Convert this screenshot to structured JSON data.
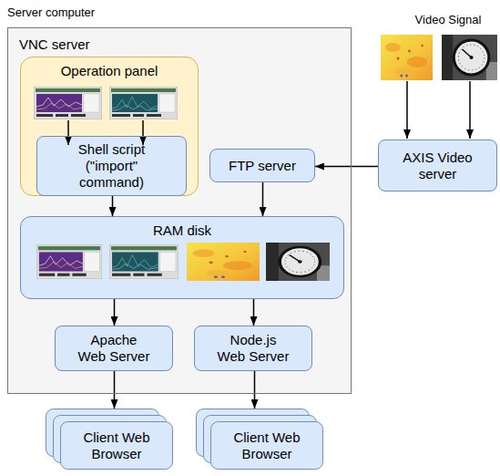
{
  "diagram": {
    "nodes": [
      {
        "text": [
          "VNC server"
        ]
      },
      {
        "text": [
          "Operation panel"
        ],
        "in": 0
      },
      {
        "text": [
          "Shell script (\"import\" command)"
        ],
        "in": 1
      },
      {
        "text": [
          "FTP server"
        ],
        "in": 0
      },
      {
        "text": [
          "RAM disk"
        ],
        "in": 0
      },
      {
        "text": [
          "Apache Web Server"
        ],
        "in": 0
      },
      {
        "text": [
          "Node.js Web Server"
        ],
        "in": 0
      },
      {
        "text": [
          "AXIS Video server"
        ]
      },
      {
        "text": [
          "Client Web Browser"
        ]
      },
      {
        "text": [
          "Client Web Browser"
        ]
      }
    ],
    "edges": [
      {
        "from": 2,
        "to": 4,
        "arrow": "to"
      },
      {
        "from": 3,
        "to": 4,
        "arrow": "to"
      },
      {
        "from": 7,
        "to": 3,
        "arrow": "to"
      },
      {
        "from": 4,
        "to": 5,
        "arrow": "to"
      },
      {
        "from": 4,
        "to": 6,
        "arrow": "to"
      },
      {
        "from": 5,
        "to": 8,
        "arrow": "to"
      },
      {
        "from": 6,
        "to": 9,
        "arrow": "to"
      }
    ],
    "labels": [
      "Server computer",
      "Video Signal"
    ]
  }
}
